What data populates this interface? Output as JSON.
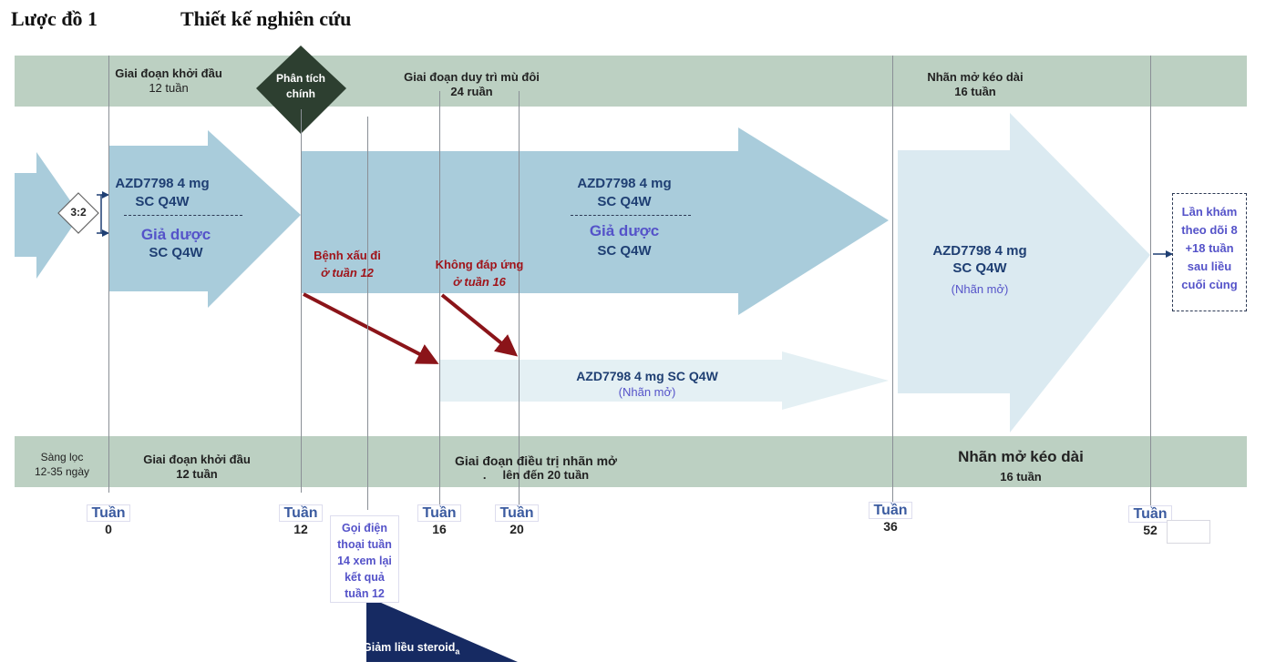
{
  "header": {
    "number": "Lược đồ 1",
    "title": "Thiết kế nghiên cứu"
  },
  "top_band": {
    "induction": {
      "name": "Giai đoạn khởi đầu",
      "duration": "12 tuần"
    },
    "primary_analysis": {
      "line1": "Phân tích",
      "line2": "chính"
    },
    "maintenance": {
      "name": "Giai đoạn duy trì mù đôi",
      "duration": "24 ruần"
    },
    "extension": {
      "name": "Nhãn mở kéo dài",
      "duration": "16 tuần"
    }
  },
  "randomization": {
    "ratio": "3:2"
  },
  "induction_arms": {
    "drug": {
      "line1": "AZD7798  4 mg",
      "line2": "SC Q4W"
    },
    "placebo": {
      "line1": "Giả dược",
      "line2": "SC Q4W"
    }
  },
  "maintenance_arms": {
    "drug": {
      "line1": "AZD7798  4 mg",
      "line2": "SC Q4W"
    },
    "placebo": {
      "line1": "Giả dược",
      "line2": "SC Q4W"
    }
  },
  "rescue": {
    "worsening": {
      "line1": "Bệnh xấu đi",
      "line2": "ở tuần 12"
    },
    "nonresponse": {
      "line1": "Không đáp ứng",
      "line2": "ở tuần 16"
    },
    "arm": {
      "line1": "AZD7798  4 mg  SC Q4W",
      "line2": "(Nhãn mở)"
    }
  },
  "extension_arm": {
    "line1": "AZD7798  4 mg",
    "line2": "SC Q4W",
    "line3": "(Nhãn mở)"
  },
  "followup": {
    "line1": "Lần khám",
    "line2": "theo dõi 8",
    "line3": "+18 tuần",
    "line4": "sau liều",
    "line5": "cuối cùng"
  },
  "bottom_band": {
    "screening": {
      "name": "Sàng lọc",
      "duration": "12-35 ngày"
    },
    "induction": {
      "name": "Giai đoạn khởi đầu",
      "duration": "12 tuần"
    },
    "openlabel": {
      "name": "Giai đoạn điều trị nhãn mở",
      "duration": "lên đến 20 tuần",
      "mark": "."
    },
    "extension": {
      "name": "Nhãn mở kéo dài",
      "duration": "16 tuần"
    }
  },
  "timeline": {
    "week_word": "Tuần",
    "weeks": [
      "0",
      "12",
      "16",
      "20",
      "36",
      "52"
    ]
  },
  "phone_call": {
    "line1": "Gọi điện",
    "line2": "thoại tuần",
    "line3": "14 xem lại",
    "line4": "kết quả",
    "line5": "tuần 12"
  },
  "steroid": {
    "label": "Giảm liều steroid",
    "superscript": "a"
  },
  "colors": {
    "band": "#bcd0c2",
    "arrow_main": "#a9ccdb",
    "arrow_light": "#e4f0f4",
    "arrow_ext": "#dbeaf1",
    "diamond": "#2d3f30",
    "rescue_arrow": "#8b1419",
    "steroid": "#162a62"
  }
}
